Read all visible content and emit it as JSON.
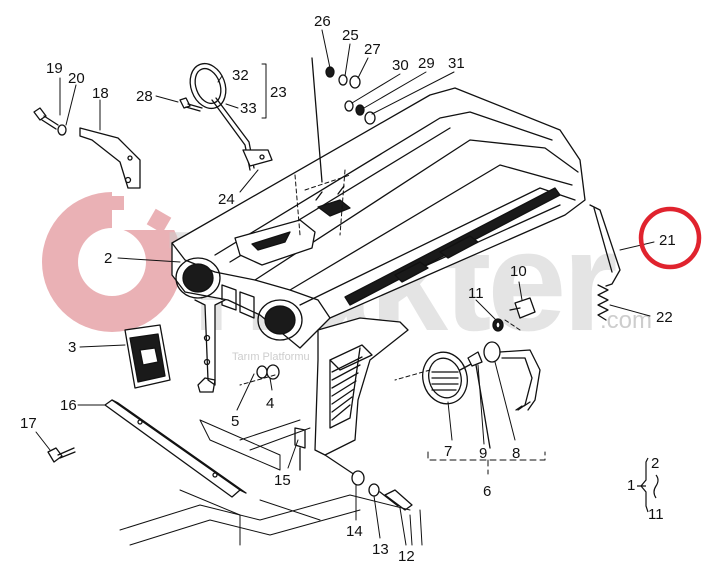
{
  "watermark": {
    "brand_text": "Trakter",
    "domain_text": ".com",
    "sub_text": "Tarım Platformu",
    "color": "#e8a9ad",
    "text_color": "#c8c8c8"
  },
  "highlight": {
    "label": "21",
    "color": "#e0232e"
  },
  "callouts": [
    {
      "id": "19",
      "text": "19"
    },
    {
      "id": "20",
      "text": "20"
    },
    {
      "id": "18",
      "text": "18"
    },
    {
      "id": "28",
      "text": "28"
    },
    {
      "id": "32",
      "text": "32"
    },
    {
      "id": "33",
      "text": "33"
    },
    {
      "id": "23",
      "text": "23"
    },
    {
      "id": "26",
      "text": "26"
    },
    {
      "id": "25",
      "text": "25"
    },
    {
      "id": "27",
      "text": "27"
    },
    {
      "id": "30",
      "text": "30"
    },
    {
      "id": "29",
      "text": "29"
    },
    {
      "id": "31",
      "text": "31"
    },
    {
      "id": "24",
      "text": "24"
    },
    {
      "id": "2",
      "text": "2"
    },
    {
      "id": "3",
      "text": "3"
    },
    {
      "id": "11",
      "text": "11"
    },
    {
      "id": "10",
      "text": "10"
    },
    {
      "id": "22",
      "text": "22"
    },
    {
      "id": "16",
      "text": "16"
    },
    {
      "id": "17",
      "text": "17"
    },
    {
      "id": "5",
      "text": "5"
    },
    {
      "id": "4",
      "text": "4"
    },
    {
      "id": "15",
      "text": "15"
    },
    {
      "id": "7",
      "text": "7"
    },
    {
      "id": "9",
      "text": "9"
    },
    {
      "id": "8",
      "text": "8"
    },
    {
      "id": "6",
      "text": "6"
    },
    {
      "id": "14",
      "text": "14"
    },
    {
      "id": "13",
      "text": "13"
    },
    {
      "id": "12",
      "text": "12"
    }
  ],
  "assembly_bracket": {
    "label": "1",
    "top": "2",
    "bottom": "11"
  }
}
